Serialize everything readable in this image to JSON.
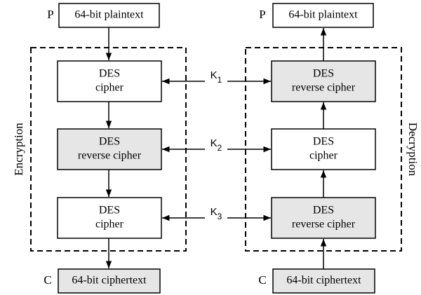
{
  "colors": {
    "stroke": "#000000",
    "box_fill_white": "#ffffff",
    "box_fill_gray": "#e6e6e6"
  },
  "encryption": {
    "section_label": "Encryption",
    "input_symbol": "P",
    "input_label": "64-bit plaintext",
    "stage1": {
      "line1": "DES",
      "line2": "cipher"
    },
    "stage2": {
      "line1": "DES",
      "line2": "reverse cipher"
    },
    "stage3": {
      "line1": "DES",
      "line2": "cipher"
    },
    "output_symbol": "C",
    "output_label": "64-bit ciphertext"
  },
  "decryption": {
    "section_label": "Decryption",
    "output_symbol": "P",
    "output_label": "64-bit plaintext",
    "stage1": {
      "line1": "DES",
      "line2": "reverse cipher"
    },
    "stage2": {
      "line1": "DES",
      "line2": "cipher"
    },
    "stage3": {
      "line1": "DES",
      "line2": "reverse cipher"
    },
    "input_symbol": "C",
    "input_label": "64-bit ciphertext"
  },
  "keys": {
    "k1": {
      "letter": "K",
      "sub": "1"
    },
    "k2": {
      "letter": "K",
      "sub": "2"
    },
    "k3": {
      "letter": "K",
      "sub": "3"
    }
  }
}
